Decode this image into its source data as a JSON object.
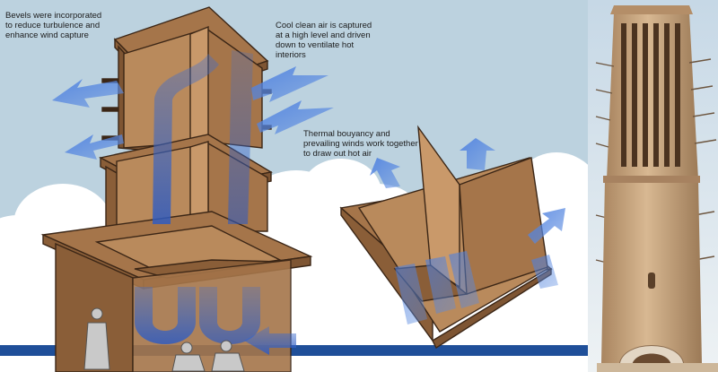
{
  "annotations": {
    "bevels": "Bevels were incorporated\nto reduce turbulence and\nenhance wind capture",
    "cool_air": "Cool clean air is captured\nat a high level and driven\ndown to ventilate hot\ninteriors",
    "thermal": "Thermal bouyancy and\nprevailing winds work together\nto draw out hot air"
  },
  "colors": {
    "sky": "#bcd2df",
    "cloud": "#ffffff",
    "wood": "#a5754a",
    "wood_dark": "#7e5533",
    "wood_light": "#b98a5c",
    "outline": "#3b2616",
    "arrow": "#3f6fd0",
    "water": "#1f4f99",
    "photo_sky": "#d8e3ea",
    "tower_stone": "#c9a47c"
  },
  "icons": [
    "wind-flow-arrow",
    "person-figure",
    "windcatcher-photo"
  ]
}
